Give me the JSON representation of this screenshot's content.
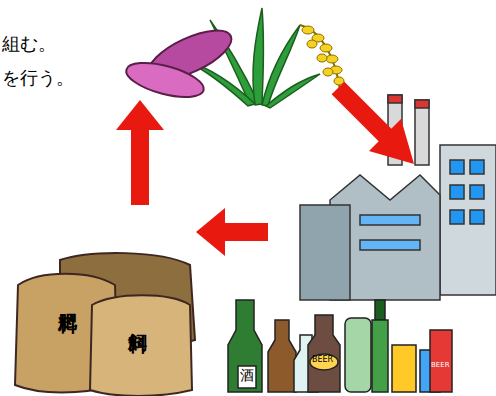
{
  "diagram": {
    "labels": [
      "組む。",
      "を行う。",
      "肥料",
      "飼料",
      "酒",
      "BEER",
      "BEER"
    ]
  }
}
